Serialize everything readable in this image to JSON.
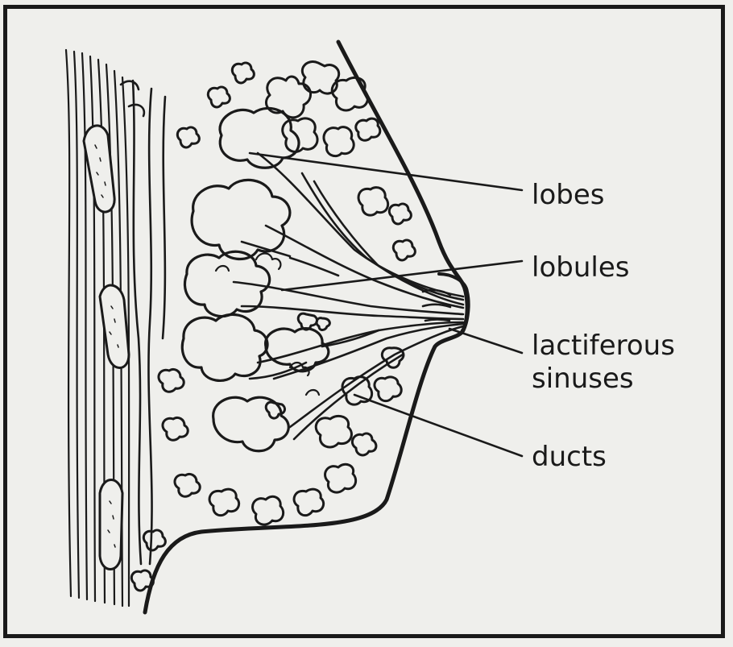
{
  "diagram": {
    "labels": {
      "lobes": "lobes",
      "lobules": "lobules",
      "sinuses_line1": "lactiferous",
      "sinuses_line2": "sinuses",
      "ducts": "ducts"
    },
    "colors": {
      "paper": "#efefec",
      "ink": "#1a1a1a"
    }
  }
}
